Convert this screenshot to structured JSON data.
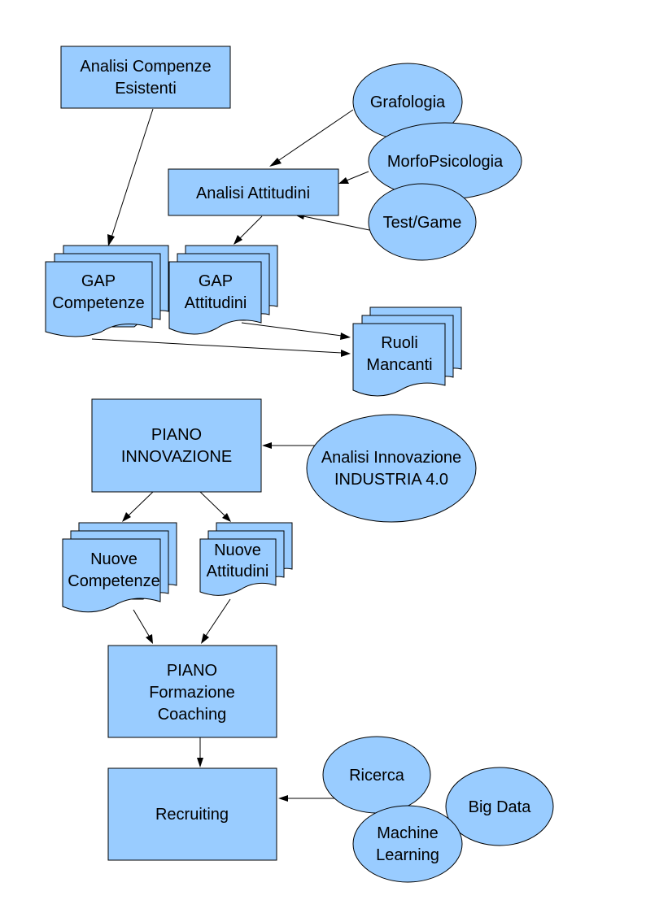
{
  "colors": {
    "node_fill": "#99ccff",
    "stroke": "#000000",
    "background": "#ffffff"
  },
  "nodes": {
    "analisi_competenze": {
      "line1": "Analisi Compenze",
      "line2": "Esistenti"
    },
    "grafologia": {
      "label": "Grafologia"
    },
    "morfopsicologia": {
      "label": "MorfoPsicologia"
    },
    "analisi_attitudini": {
      "label": "Analisi Attitudini"
    },
    "test_game": {
      "label": "Test/Game"
    },
    "gap_competenze": {
      "line1": "GAP",
      "line2": "Competenze"
    },
    "gap_attitudini": {
      "line1": "GAP",
      "line2": "Attitudini"
    },
    "ruoli_mancanti": {
      "line1": "Ruoli",
      "line2": "Mancanti"
    },
    "piano_innovazione": {
      "line1": "PIANO",
      "line2": "INNOVAZIONE"
    },
    "analisi_innovazione": {
      "line1": "Analisi Innovazione",
      "line2": "INDUSTRIA 4.0"
    },
    "nuove_competenze": {
      "line1": "Nuove",
      "line2": "Competenze"
    },
    "nuove_attitudini": {
      "line1": "Nuove",
      "line2": "Attitudini"
    },
    "piano_formazione": {
      "line1": "PIANO",
      "line2": "Formazione",
      "line3": "Coaching"
    },
    "recruiting": {
      "label": "Recruiting"
    },
    "ricerca": {
      "label": "Ricerca"
    },
    "big_data": {
      "label": "Big Data"
    },
    "machine_learning": {
      "line1": "Machine",
      "line2": "Learning"
    }
  }
}
